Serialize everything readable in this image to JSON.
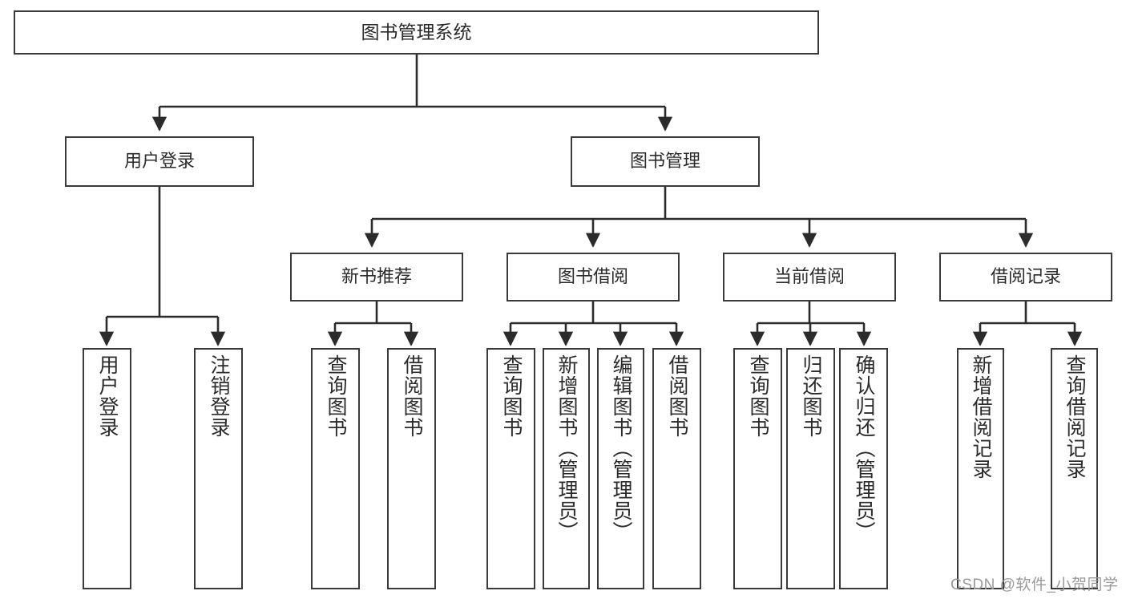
{
  "diagram": {
    "title": "图书管理系统",
    "watermark": "CSDN @软件_小贺同学",
    "colors": {
      "box_border": "#3a3a3a",
      "box_fill": "#ffffff",
      "connector": "#2b2b2b",
      "text": "#2b2b2b",
      "watermark": "#9a9a9a"
    },
    "nodes": {
      "root": {
        "label": "图书管理系统"
      },
      "level2": [
        {
          "label": "用户登录"
        },
        {
          "label": "图书管理"
        }
      ],
      "level3": [
        {
          "label": "新书推荐"
        },
        {
          "label": "图书借阅"
        },
        {
          "label": "当前借阅"
        },
        {
          "label": "借阅记录"
        }
      ],
      "leaves": {
        "user_login": [
          {
            "label": "用户登录"
          },
          {
            "label": "注销登录"
          }
        ],
        "new_book_recommend": [
          {
            "label": "查询图书"
          },
          {
            "label": "借阅图书"
          }
        ],
        "book_borrow": [
          {
            "label": "查询图书"
          },
          {
            "label": "新增图书（管理员）"
          },
          {
            "label": "编辑图书（管理员）"
          },
          {
            "label": "借阅图书"
          }
        ],
        "current_borrow": [
          {
            "label": "查询图书"
          },
          {
            "label": "归还图书"
          },
          {
            "label": "确认归还（管理员）"
          }
        ],
        "borrow_record": [
          {
            "label": "新增借阅记录"
          },
          {
            "label": "查询借阅记录"
          }
        ]
      }
    }
  }
}
